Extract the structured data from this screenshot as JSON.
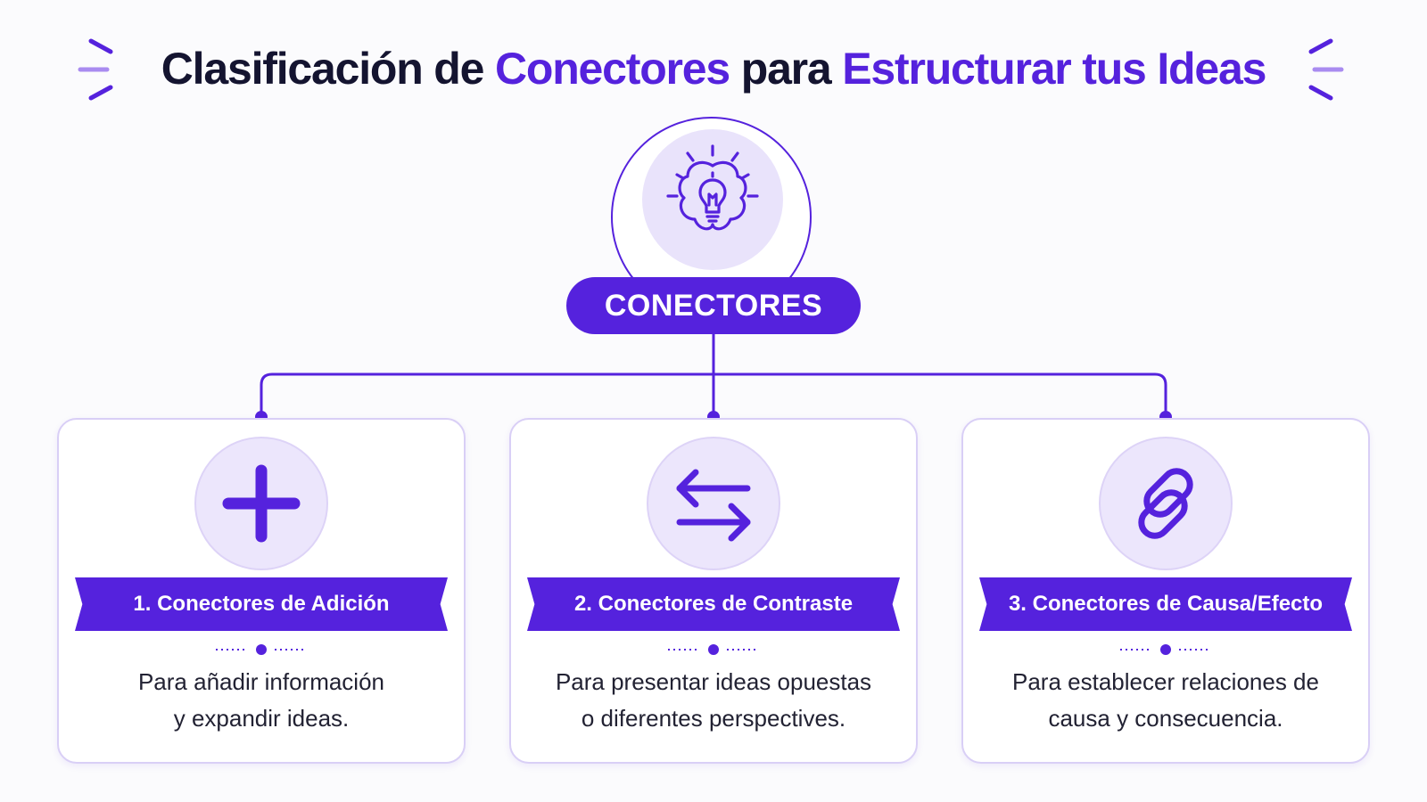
{
  "title": {
    "part1": "Clasificación de ",
    "part2": "Conectores",
    "part3": " para ",
    "part4": "Estructurar tus Ideas"
  },
  "hub": {
    "label": "CONECTORES",
    "icon": "brain-lightbulb-icon"
  },
  "colors": {
    "accent": "#5522dd",
    "accent_light": "#e9e3fb",
    "title_dark": "#141430"
  },
  "categories": [
    {
      "title": "1. Conectores de Adición",
      "line1": "Para añadir información",
      "line2": "y expandir ideas.",
      "icon": "plus-icon"
    },
    {
      "title": "2. Conectores de Contraste",
      "line1": "Para presentar ideas opuestas",
      "line2": "o diferentes perspectives.",
      "icon": "swap-arrows-icon"
    },
    {
      "title": "3. Conectores de Causa/Efecto",
      "line1": "Para establecer relaciones de",
      "line2": "causa y consecuencia.",
      "icon": "chain-link-icon"
    }
  ]
}
